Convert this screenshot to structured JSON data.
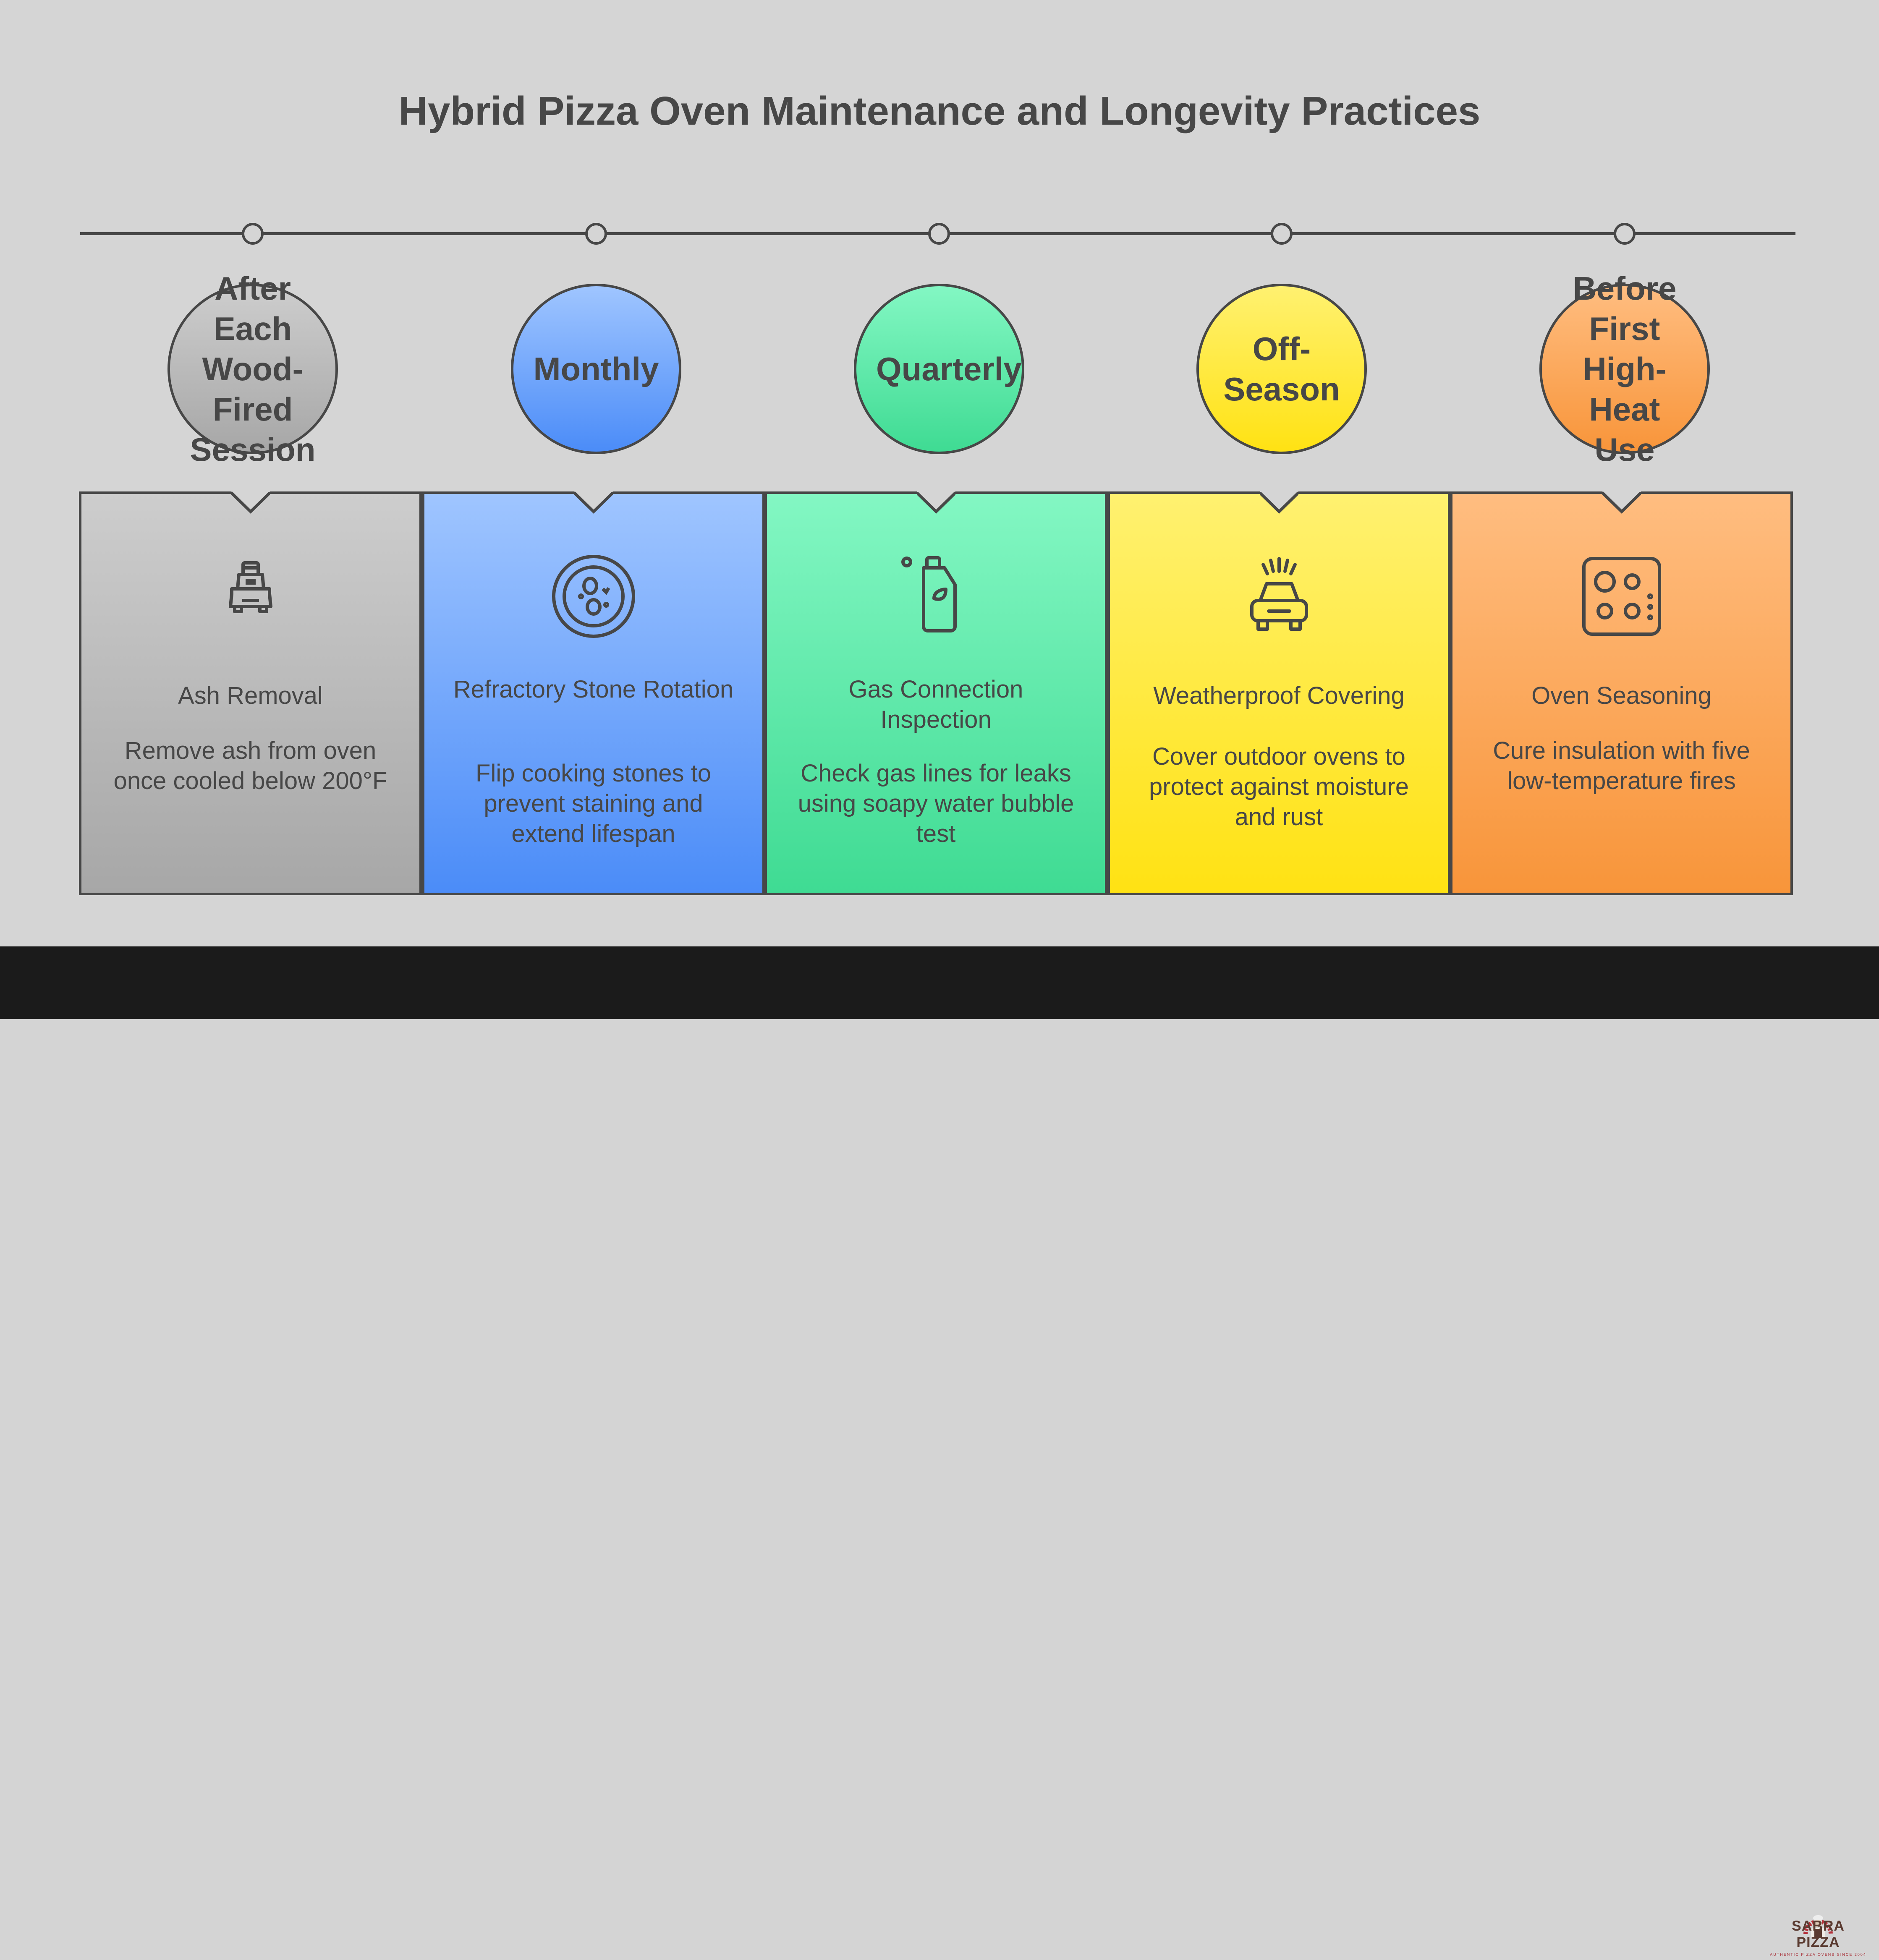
{
  "title": "Hybrid Pizza Oven Maintenance and Longevity Practices",
  "stages": [
    {
      "label": "After Each Wood-Fired Session",
      "title": "Ash Removal",
      "description": "Remove ash from oven once cooled below 200°F",
      "icon": "ash-vacuum-icon",
      "color_top": "#cdcdcd",
      "color_bottom": "#a7a7a7"
    },
    {
      "label": "Monthly",
      "title": "Refractory Stone Rotation",
      "description": "Flip cooking stones to prevent staining and extend lifespan",
      "icon": "pizza-stone-icon",
      "color_top": "#9fc5ff",
      "color_bottom": "#4b8cf8"
    },
    {
      "label": "Quarterly",
      "title": "Gas Connection Inspection",
      "description": "Check gas lines for leaks using soapy water bubble test",
      "icon": "soap-bottle-icon",
      "color_top": "#83f7c3",
      "color_bottom": "#3fdb93"
    },
    {
      "label": "Off-Season",
      "title": "Weatherproof Covering",
      "description": "Cover outdoor ovens to protect against moisture and rust",
      "icon": "car-cover-icon",
      "color_top": "#fff170",
      "color_bottom": "#ffe213"
    },
    {
      "label": "Before First High-Heat Use",
      "title": "Oven Seasoning",
      "description": "Cure insulation with five low-temperature fires",
      "icon": "stovetop-icon",
      "color_top": "#ffbd80",
      "color_bottom": "#f8953a"
    }
  ],
  "logo": {
    "brand": "SABRA PIZZA",
    "tagline": "AUTHENTIC PIZZA OVENS SINCE 2004"
  }
}
